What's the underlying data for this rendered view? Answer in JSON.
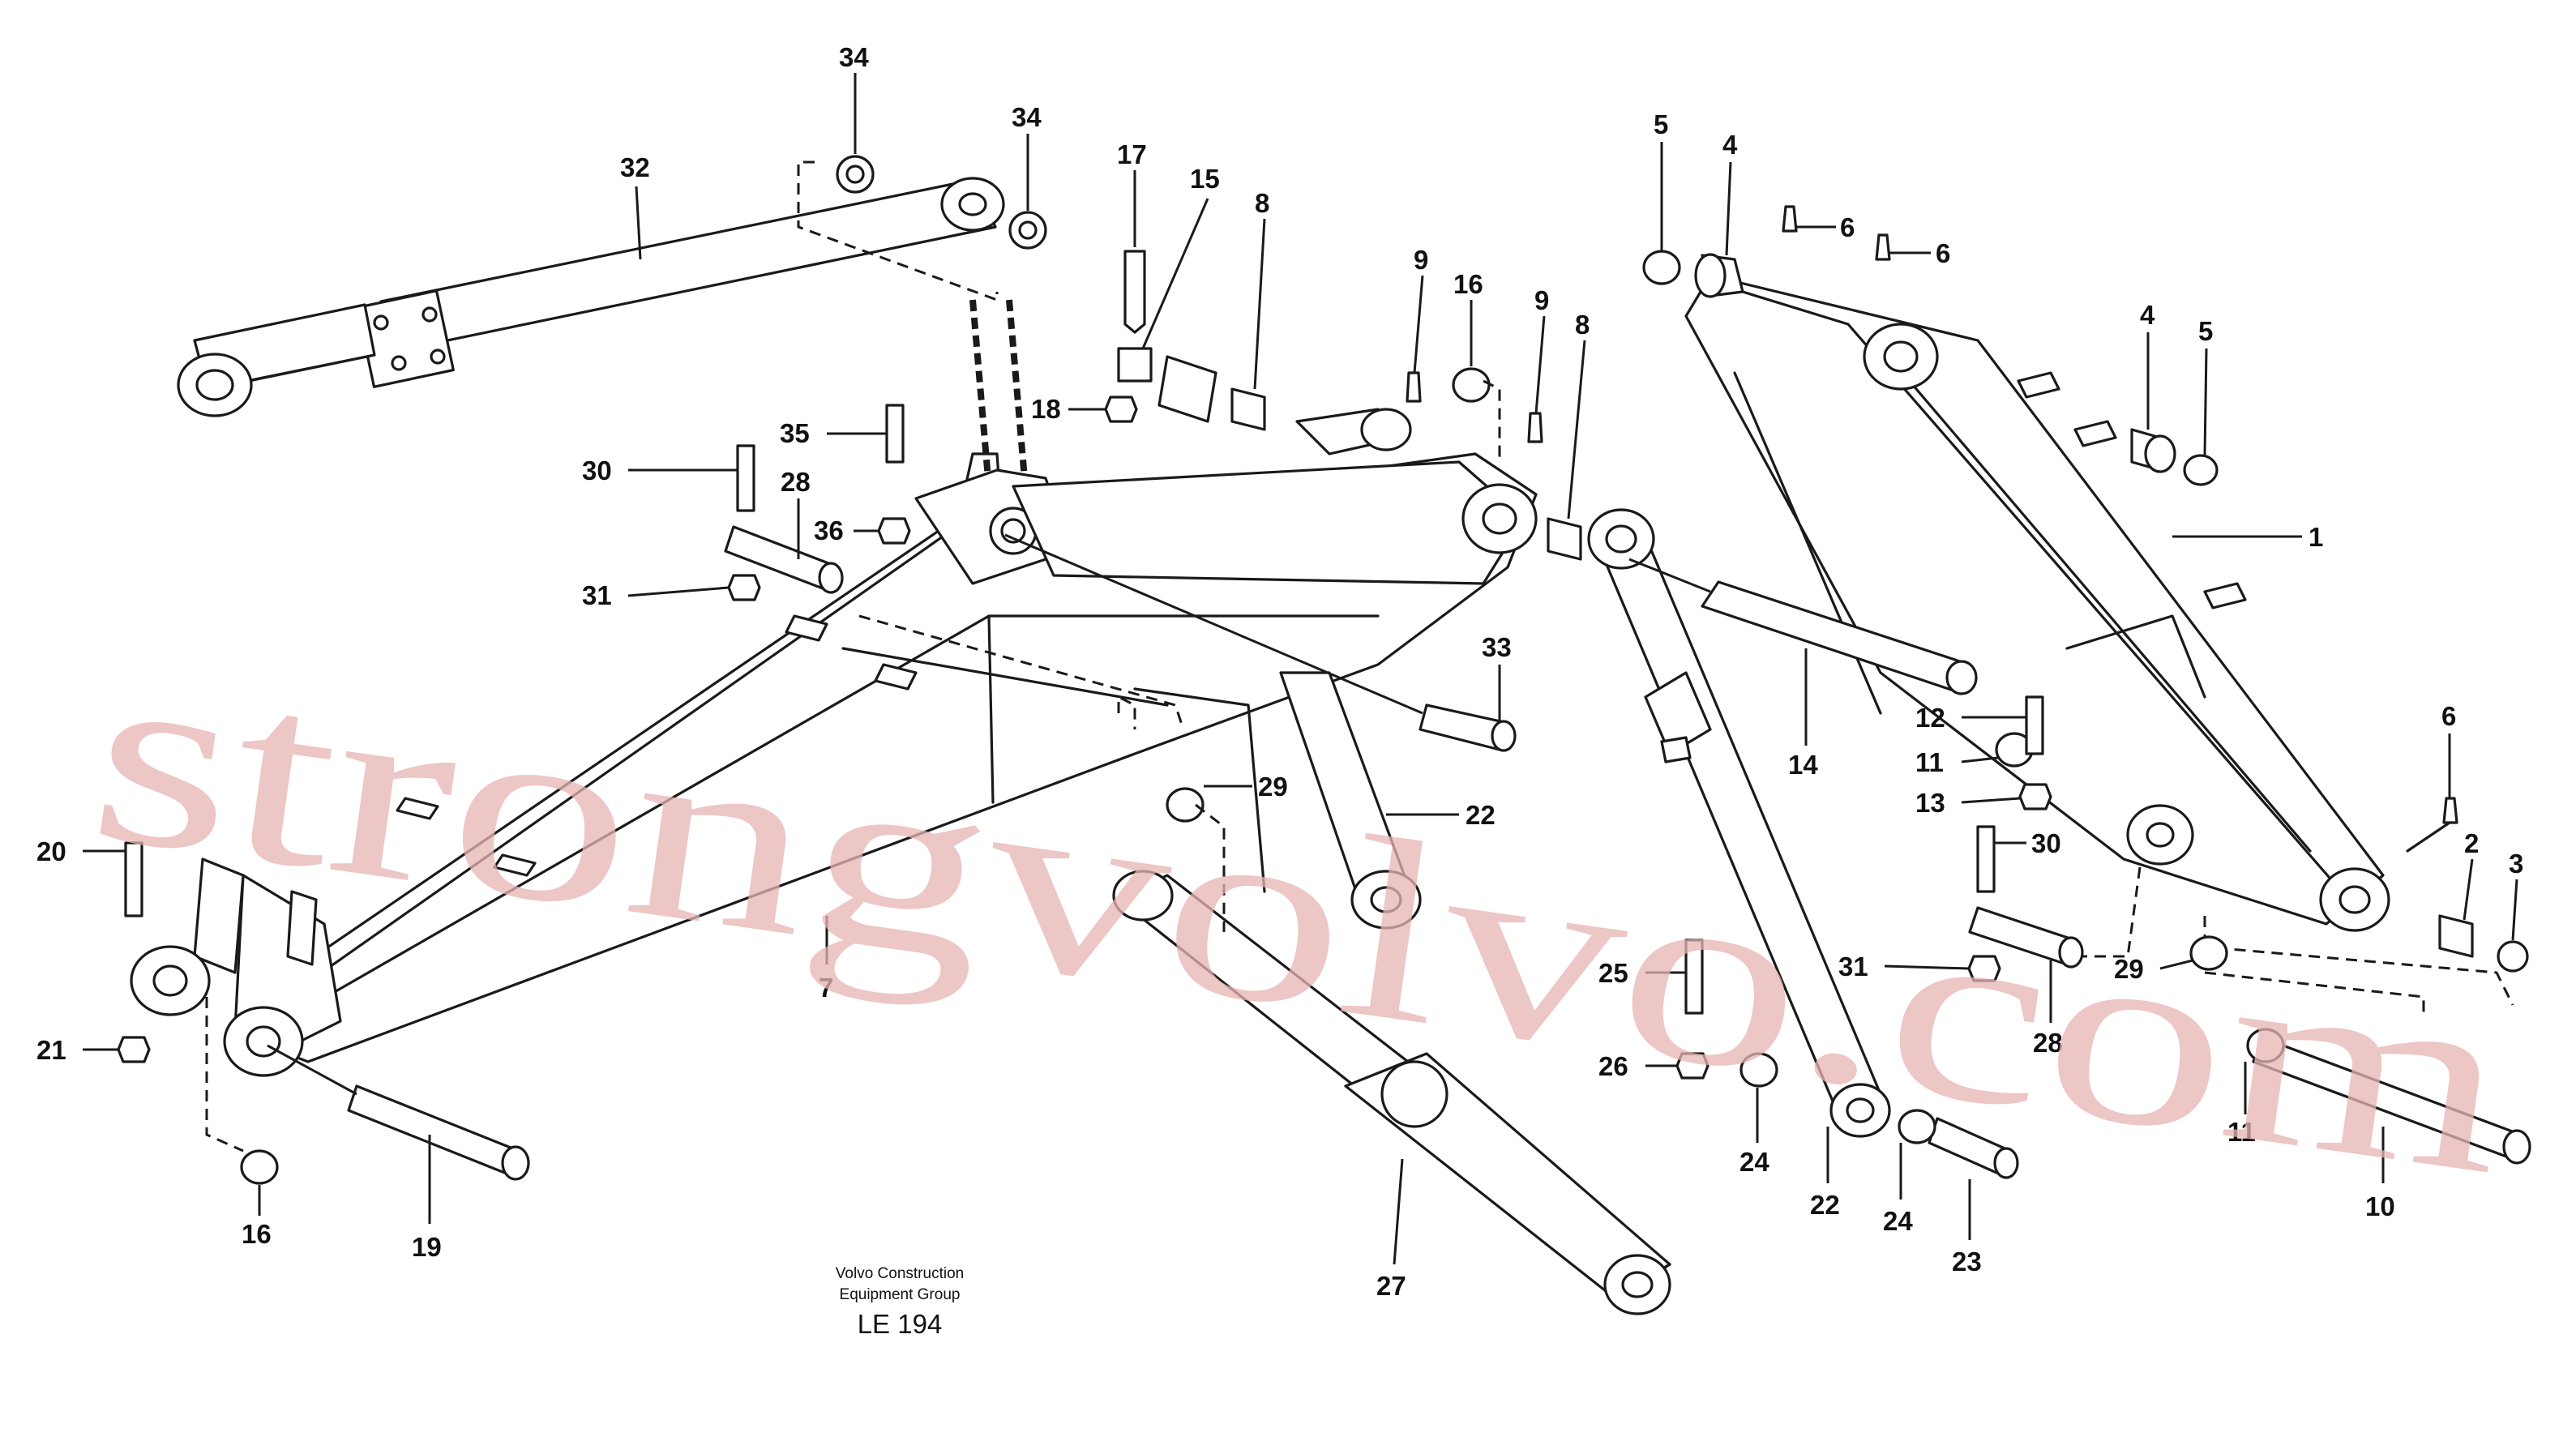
{
  "diagram": {
    "callouts": [
      {
        "key": "p34a",
        "label": "34"
      },
      {
        "key": "p34b",
        "label": "34"
      },
      {
        "key": "p32",
        "label": "32"
      },
      {
        "key": "p17",
        "label": "17"
      },
      {
        "key": "p15",
        "label": "15"
      },
      {
        "key": "p8a",
        "label": "8"
      },
      {
        "key": "p9a",
        "label": "9"
      },
      {
        "key": "p16a",
        "label": "16"
      },
      {
        "key": "p9b",
        "label": "9"
      },
      {
        "key": "p8b",
        "label": "8"
      },
      {
        "key": "p18",
        "label": "18"
      },
      {
        "key": "p35",
        "label": "35"
      },
      {
        "key": "p30a",
        "label": "30"
      },
      {
        "key": "p28a",
        "label": "28"
      },
      {
        "key": "p36",
        "label": "36"
      },
      {
        "key": "p31a",
        "label": "31"
      },
      {
        "key": "p5a",
        "label": "5"
      },
      {
        "key": "p4a",
        "label": "4"
      },
      {
        "key": "p6a",
        "label": "6"
      },
      {
        "key": "p6b",
        "label": "6"
      },
      {
        "key": "p4b",
        "label": "4"
      },
      {
        "key": "p5b",
        "label": "5"
      },
      {
        "key": "p1",
        "label": "1"
      },
      {
        "key": "p33",
        "label": "33"
      },
      {
        "key": "p14",
        "label": "14"
      },
      {
        "key": "p12",
        "label": "12"
      },
      {
        "key": "p11a",
        "label": "11"
      },
      {
        "key": "p13",
        "label": "13"
      },
      {
        "key": "p6c",
        "label": "6"
      },
      {
        "key": "p2",
        "label": "2"
      },
      {
        "key": "p3",
        "label": "3"
      },
      {
        "key": "p29a",
        "label": "29"
      },
      {
        "key": "p22a",
        "label": "22"
      },
      {
        "key": "p20",
        "label": "20"
      },
      {
        "key": "p7",
        "label": "7"
      },
      {
        "key": "p21",
        "label": "21"
      },
      {
        "key": "p30b",
        "label": "30"
      },
      {
        "key": "p31b",
        "label": "31"
      },
      {
        "key": "p29b",
        "label": "29"
      },
      {
        "key": "p28b",
        "label": "28"
      },
      {
        "key": "p25",
        "label": "25"
      },
      {
        "key": "p26",
        "label": "26"
      },
      {
        "key": "p24a",
        "label": "24"
      },
      {
        "key": "p22b",
        "label": "22"
      },
      {
        "key": "p24b",
        "label": "24"
      },
      {
        "key": "p23",
        "label": "23"
      },
      {
        "key": "p16b",
        "label": "16"
      },
      {
        "key": "p19",
        "label": "19"
      },
      {
        "key": "p27",
        "label": "27"
      },
      {
        "key": "p11b",
        "label": "11"
      },
      {
        "key": "p10",
        "label": "10"
      }
    ],
    "footer": {
      "company_line1": "Volvo Construction",
      "company_line2": "Equipment Group",
      "drawing_code": "LE 194"
    },
    "watermark": "strongvolvo.com",
    "colors": {
      "line": "#1a1a1a",
      "watermark": "#e8b4b4",
      "background": "#ffffff"
    }
  }
}
